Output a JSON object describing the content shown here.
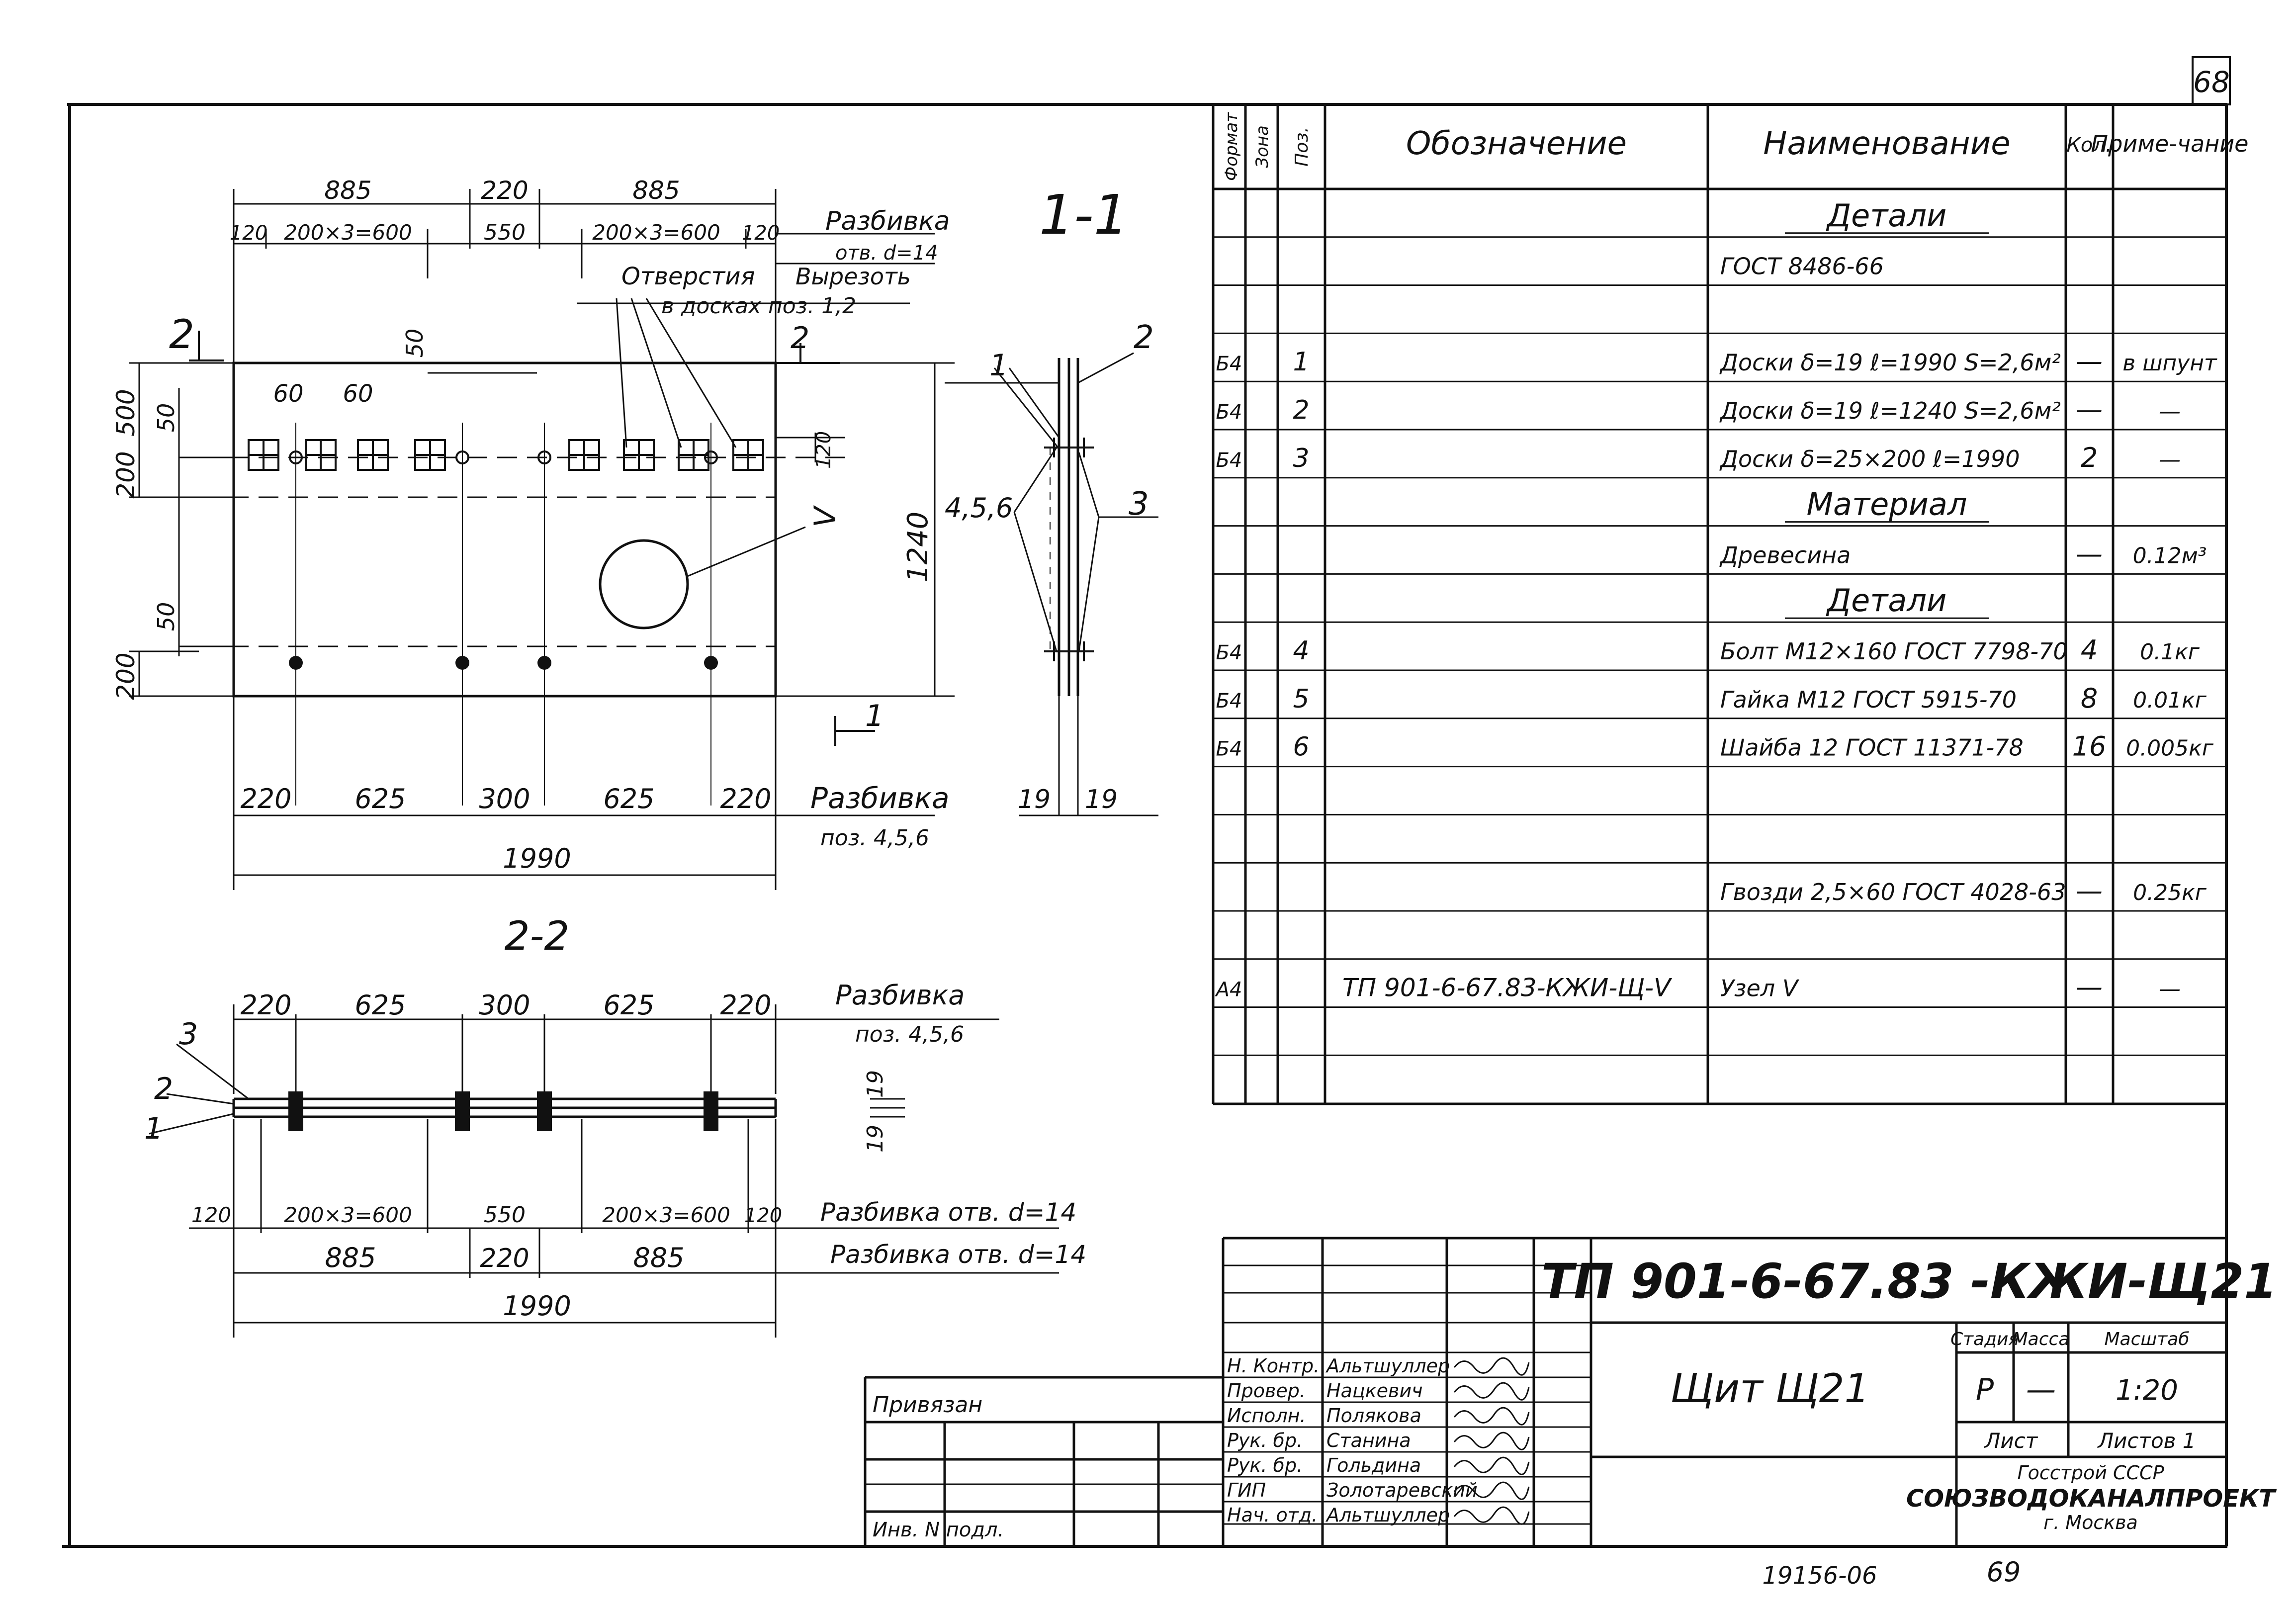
{
  "sheet_number": "68",
  "view_label": "1-1",
  "section_label": "2-2",
  "section_marker": "2",
  "top_view": {
    "top_dims_row1": [
      "885",
      "220",
      "885"
    ],
    "top_dims_row2": [
      "120",
      "200×3=600",
      "550",
      "200×3=600",
      "120"
    ],
    "razbivka_label": "Разбивка",
    "razbivka_holes": "отв. d=14",
    "holes_note": "Отверстия",
    "holes_note2": "в досках поз. 1,2",
    "cut_note": "Вырезоть",
    "dim_50_top": "50",
    "dim_60a": "60",
    "dim_60b": "60",
    "left_dims": [
      "500",
      "200",
      "50",
      "50",
      "200"
    ],
    "dim_120_right": "120",
    "node_mark": "V",
    "height_dim": "1240",
    "bottom_dims": [
      "220",
      "625",
      "300",
      "625",
      "220"
    ],
    "razbivka_pos": "Разбивка",
    "razbivka_pos_sub": "поз. 4,5,6",
    "total_dim": "1990",
    "section_mark_bottom": "1"
  },
  "side_view": {
    "callout_1": "1",
    "callout_2": "2",
    "callout_3": "3",
    "callout_456": "4,5,6",
    "dim_19a": "19",
    "dim_19b": "19"
  },
  "section_view": {
    "top_dims": [
      "220",
      "625",
      "300",
      "625",
      "220"
    ],
    "razbivka": "Разбивка",
    "razbivka_sub": "поз. 4,5,6",
    "callouts": [
      "3",
      "2",
      "1"
    ],
    "right_dims": [
      "19",
      "19"
    ],
    "bottom_dims_row1": [
      "120",
      "200×3=600",
      "550",
      "200×3=600",
      "120"
    ],
    "razbivka_holes": "Разбивка отв. d=14",
    "bottom_dims_row2": [
      "885",
      "220",
      "885"
    ],
    "razbivka_holes2": "Разбивка отв. d=14",
    "total": "1990"
  },
  "spec_table": {
    "headers": {
      "format": "Формат",
      "zone": "Зона",
      "pos": "Поз.",
      "designation": "Обозначение",
      "name": "Наименование",
      "qty": "Кол.",
      "note": "Приме-чание"
    },
    "rows": [
      {
        "format": "",
        "pos": "",
        "designation": "",
        "name": "Детали",
        "qty": "",
        "note": "",
        "heading": true
      },
      {
        "format": "",
        "pos": "",
        "designation": "",
        "name": "ГОСТ 8486-66",
        "qty": "",
        "note": ""
      },
      {
        "format": "",
        "pos": "",
        "designation": "",
        "name": "",
        "qty": "",
        "note": ""
      },
      {
        "format": "Б4",
        "pos": "1",
        "designation": "",
        "name": "Доски δ=19  ℓ=1990  S=2,6м²",
        "qty": "—",
        "note": "в шпунт"
      },
      {
        "format": "Б4",
        "pos": "2",
        "designation": "",
        "name": "Доски δ=19  ℓ=1240  S=2,6м²",
        "qty": "—",
        "note": "—"
      },
      {
        "format": "Б4",
        "pos": "3",
        "designation": "",
        "name": "Доски δ=25×200  ℓ=1990",
        "qty": "2",
        "note": "—"
      },
      {
        "format": "",
        "pos": "",
        "designation": "",
        "name": "Материал",
        "qty": "",
        "note": "",
        "heading": true
      },
      {
        "format": "",
        "pos": "",
        "designation": "",
        "name": "Древесина",
        "qty": "—",
        "note": "0.12м³"
      },
      {
        "format": "",
        "pos": "",
        "designation": "",
        "name": "Детали",
        "qty": "",
        "note": "",
        "heading": true
      },
      {
        "format": "Б4",
        "pos": "4",
        "designation": "",
        "name": "Болт М12×160 ГОСТ 7798-70",
        "qty": "4",
        "note": "0.1кг"
      },
      {
        "format": "Б4",
        "pos": "5",
        "designation": "",
        "name": "Гайка М12 ГОСТ 5915-70",
        "qty": "8",
        "note": "0.01кг"
      },
      {
        "format": "Б4",
        "pos": "6",
        "designation": "",
        "name": "Шайба 12 ГОСТ 11371-78",
        "qty": "16",
        "note": "0.005кг"
      },
      {
        "format": "",
        "pos": "",
        "designation": "",
        "name": "",
        "qty": "",
        "note": ""
      },
      {
        "format": "",
        "pos": "",
        "designation": "",
        "name": "",
        "qty": "",
        "note": ""
      },
      {
        "format": "",
        "pos": "",
        "designation": "",
        "name": "Гвозди 2,5×60 ГОСТ 4028-63",
        "qty": "—",
        "note": "0.25кг"
      },
      {
        "format": "",
        "pos": "",
        "designation": "",
        "name": "",
        "qty": "",
        "note": ""
      },
      {
        "format": "А4",
        "pos": "",
        "designation": "ТП 901-6-67.83-КЖИ-Щ-V",
        "name": "Узел V",
        "qty": "—",
        "note": "—"
      },
      {
        "format": "",
        "pos": "",
        "designation": "",
        "name": "",
        "qty": "",
        "note": ""
      },
      {
        "format": "",
        "pos": "",
        "designation": "",
        "name": "",
        "qty": "",
        "note": ""
      }
    ]
  },
  "title_block": {
    "doc_code": "ТП 901-6-67.83 -КЖИ-Щ21",
    "title": "Щит Щ21",
    "stage_label": "Стадия",
    "mass_label": "Масса",
    "scale_label": "Масштаб",
    "stage": "Р",
    "mass": "—",
    "scale": "1:20",
    "sheet_label": "Лист",
    "sheets_label": "Листов 1",
    "org1": "Госстрой СССР",
    "org2": "СОЮЗВОДОКАНАЛПРОЕКТ",
    "org3": "г. Москва",
    "signers": [
      {
        "role": "Н. Контр.",
        "name": "Альтшуллер"
      },
      {
        "role": "Провер.",
        "name": "Нацкевич"
      },
      {
        "role": "Исполн.",
        "name": "Полякова"
      },
      {
        "role": "Рук. бр.",
        "name": "Станина"
      },
      {
        "role": "Рук. бр.",
        "name": "Гольдина"
      },
      {
        "role": "ГИП",
        "name": "Золотаревский"
      },
      {
        "role": "Нач. отд.",
        "name": "Альтшуллер"
      }
    ],
    "bound_label": "Привязан",
    "inv_label": "Инв. N подл."
  },
  "footer": {
    "archive_num": "19156-06",
    "page": "69"
  }
}
